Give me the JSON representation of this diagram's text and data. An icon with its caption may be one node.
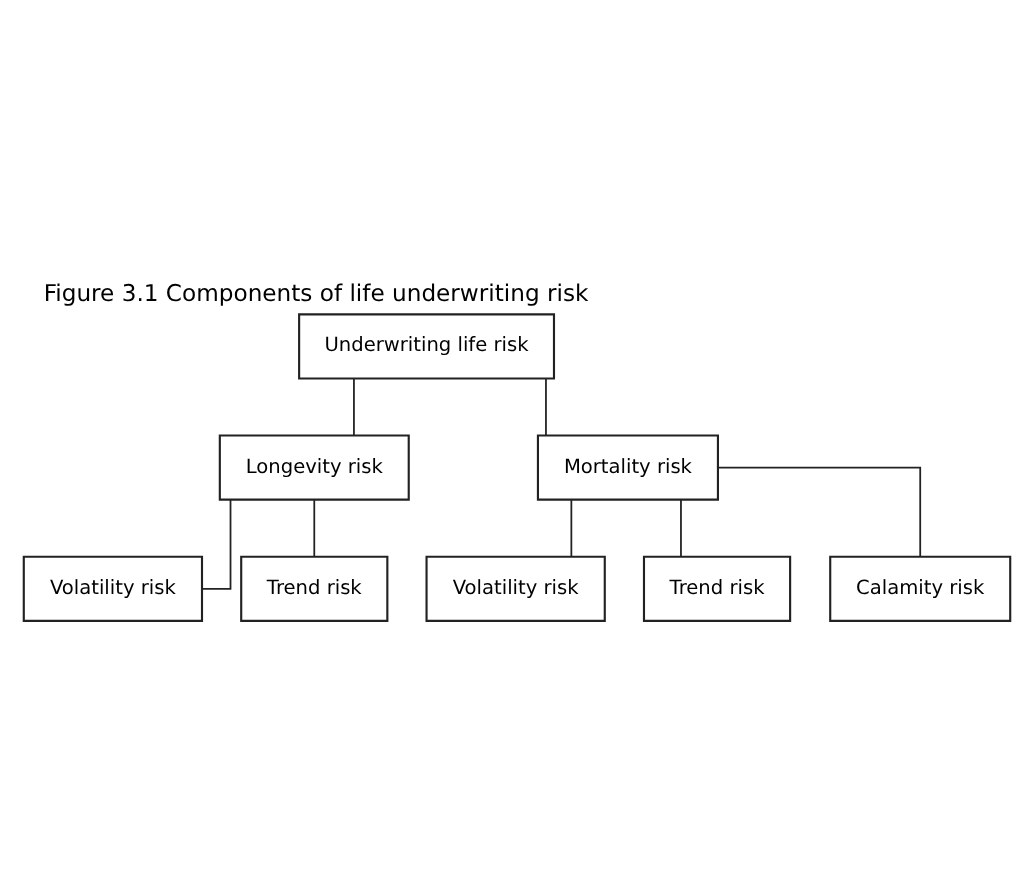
{
  "diagram": {
    "title": "Figure 3.1 Components of life underwriting risk",
    "nodes": [
      {
        "text": [
          "Underwriting life risk"
        ]
      },
      {
        "text": [
          "Longevity risk"
        ]
      },
      {
        "text": [
          "Mortality risk"
        ]
      },
      {
        "text": [
          "Volatility risk"
        ]
      },
      {
        "text": [
          "Trend risk"
        ]
      },
      {
        "text": [
          "Volatility risk"
        ]
      },
      {
        "text": [
          "Trend risk"
        ]
      },
      {
        "text": [
          "Calamity risk"
        ]
      }
    ],
    "edges": [
      {
        "from": 0,
        "to": 1,
        "arrow": "none"
      },
      {
        "from": 0,
        "to": 2,
        "arrow": "none"
      },
      {
        "from": 1,
        "to": 3,
        "arrow": "none"
      },
      {
        "from": 1,
        "to": 4,
        "arrow": "none"
      },
      {
        "from": 2,
        "to": 5,
        "arrow": "none"
      },
      {
        "from": 2,
        "to": 6,
        "arrow": "none"
      },
      {
        "from": 2,
        "to": 7,
        "arrow": "none"
      }
    ]
  }
}
